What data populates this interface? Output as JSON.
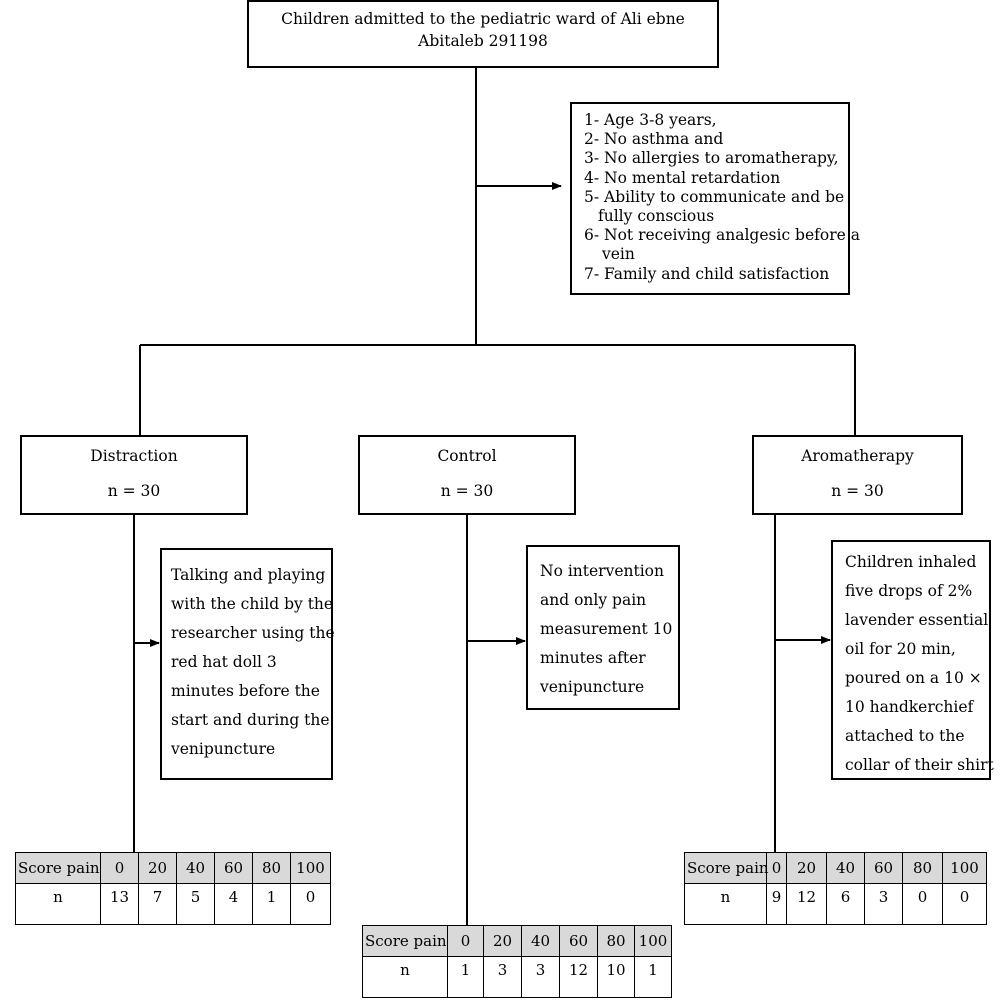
{
  "top": {
    "line1": "Children admitted to the pediatric ward of Ali ebne",
    "line2": "Abitaleb 291198"
  },
  "criteria": [
    "1- Age 3-8 years,",
    "2- No asthma and",
    "3- No allergies to aromatherapy,",
    "4- No mental retardation",
    "5- Ability to communicate and be",
    "fully conscious",
    "6- Not receiving analgesic before a",
    "vein",
    "7- Family and child satisfaction"
  ],
  "groups": {
    "distraction": {
      "name": "Distraction",
      "n": "n = 30",
      "description": [
        "Talking and playing",
        "with the child by the",
        "researcher using the",
        "red hat doll 3",
        "minutes before the",
        "start and during the",
        "venipuncture"
      ],
      "table": {
        "header_label": "Score pain",
        "row_label": "n",
        "scores": [
          "0",
          "20",
          "40",
          "60",
          "80",
          "100"
        ],
        "counts": [
          "13",
          "7",
          "5",
          "4",
          "1",
          "0"
        ]
      }
    },
    "control": {
      "name": "Control",
      "n": "n = 30",
      "description": [
        "No intervention",
        "and only pain",
        "measurement 10",
        "minutes after",
        "venipuncture"
      ],
      "table": {
        "header_label": "Score pain",
        "row_label": "n",
        "scores": [
          "0",
          "20",
          "40",
          "60",
          "80",
          "100"
        ],
        "counts": [
          "1",
          "3",
          "3",
          "12",
          "10",
          "1"
        ]
      }
    },
    "aromatherapy": {
      "name": "Aromatherapy",
      "n": "n = 30",
      "description": [
        "Children inhaled",
        "five drops of 2%",
        "lavender essential",
        "oil for 20 min,",
        "poured on a 10 ×",
        "10  handkerchief",
        "attached to the",
        "collar of their shirt"
      ],
      "table": {
        "header_label": "Score pain",
        "row_label": "n",
        "scores": [
          "0",
          "20",
          "40",
          "60",
          "80",
          "100"
        ],
        "counts": [
          "9",
          "12",
          "6",
          "3",
          "0",
          "0"
        ]
      }
    }
  }
}
